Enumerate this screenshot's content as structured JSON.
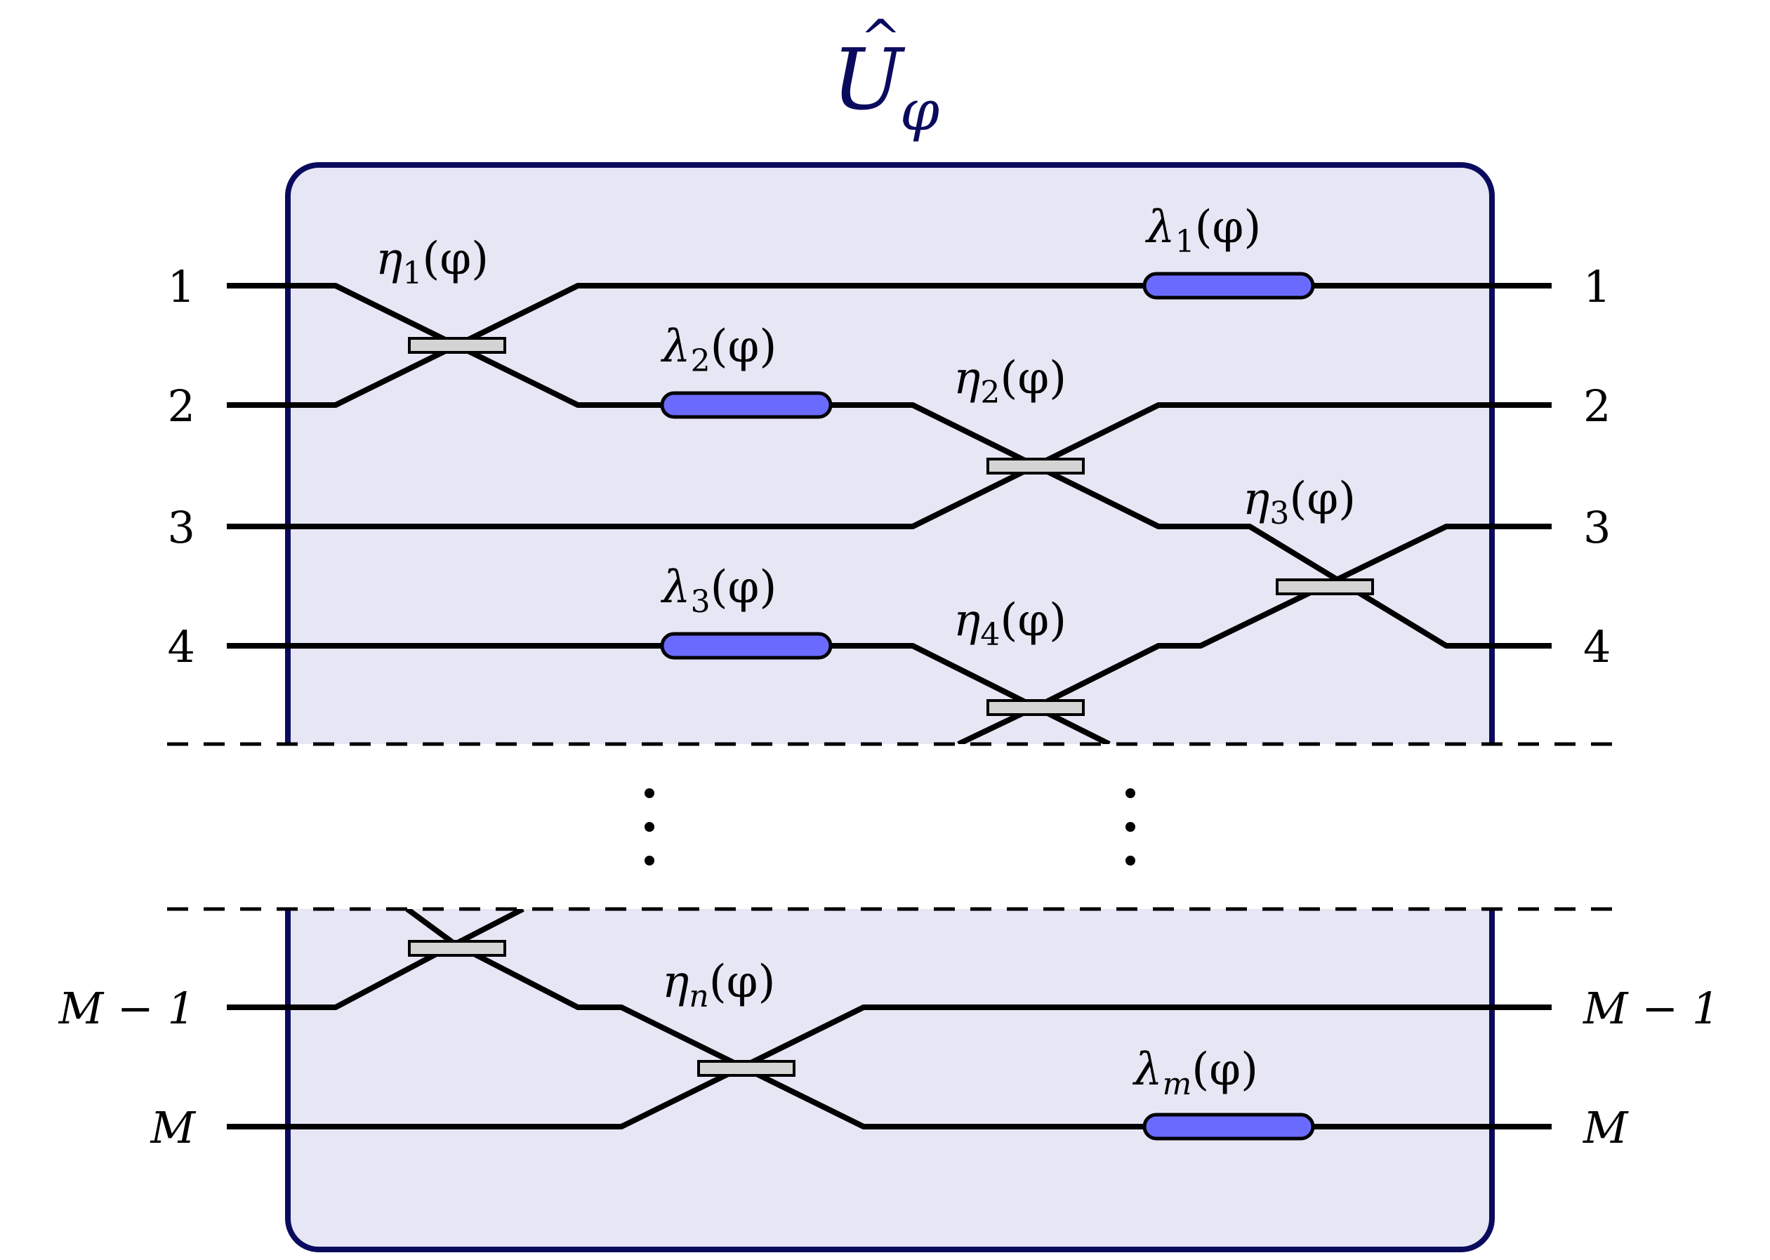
{
  "title": "Û_φ",
  "title_parts": {
    "base": "U",
    "hat": "^",
    "sub": "φ"
  },
  "colors": {
    "box_fill": "#E6E6F5",
    "box_stroke": "#0B0B5E",
    "title": "#0B0B5E",
    "phase_shifter": "#6A6AFF",
    "beam_splitter_fill": "#D4D4D4",
    "wire": "#000000"
  },
  "modes_left": [
    "1",
    "2",
    "3",
    "4",
    "M − 1",
    "M"
  ],
  "modes_right": [
    "1",
    "2",
    "3",
    "4",
    "M − 1",
    "M"
  ],
  "beam_splitters": [
    {
      "sym": "η",
      "sub": "1",
      "arg": "(φ)"
    },
    {
      "sym": "η",
      "sub": "2",
      "arg": "(φ)"
    },
    {
      "sym": "η",
      "sub": "3",
      "arg": "(φ)"
    },
    {
      "sym": "η",
      "sub": "4",
      "arg": "(φ)"
    },
    {
      "sym": "η",
      "sub": "n",
      "arg": "(φ)"
    }
  ],
  "phase_shifters": [
    {
      "sym": "λ",
      "sub": "1",
      "arg": "(φ)"
    },
    {
      "sym": "λ",
      "sub": "2",
      "arg": "(φ)"
    },
    {
      "sym": "λ",
      "sub": "3",
      "arg": "(φ)"
    },
    {
      "sym": "λ",
      "sub": "m",
      "arg": "(φ)"
    }
  ],
  "ellipsis": "⋮"
}
